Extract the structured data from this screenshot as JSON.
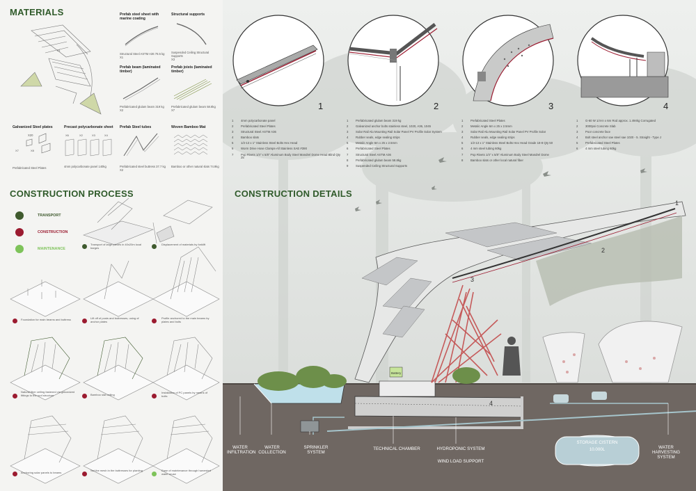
{
  "sections": {
    "materials": "MATERIALS",
    "construction_process": "CONSTRUCTION PROCESS",
    "construction_details": "CONSTRUCTION DETAILS"
  },
  "materials": [
    {
      "title": "Prefab steel sheet with marine coating",
      "desc": "Structural Steel ASTM A36",
      "weight": "78.5 kg",
      "code": "X1"
    },
    {
      "title": "Structural supports",
      "desc": "Suspended Ceiling Structural Supports",
      "weight": "",
      "code": "X3"
    },
    {
      "title": "Prefab beam (laminated timber)",
      "desc": "Prefabricated glulam beam",
      "weight": "319 kg",
      "code": "X2"
    },
    {
      "title": "Prefab joists (laminated timber)",
      "desc": "Prefabricated glulam beam",
      "weight": "58.8kg",
      "code": "X7"
    },
    {
      "title": "Galvanized Steel plates",
      "desc": "Prefabricated Steel Plates",
      "weight": "",
      "code": "X7"
    },
    {
      "title": "Precast polycarbonate sheet",
      "desc": "4mm polycarbonate panel",
      "weight": "140kg",
      "code": ""
    },
    {
      "title": "Prefab Steel tubes",
      "desc": "Prefabricated steel buttress",
      "weight": "37.7 kg",
      "code": "X2"
    },
    {
      "title": "Woven Bamboo Mat",
      "desc": "Bamboo or other natural slats",
      "weight": "74.9kg",
      "code": ""
    }
  ],
  "material_marks": {
    "x20": "X20",
    "x8": "X8",
    "x7": "X7",
    "x6": "X6",
    "x2": "X2",
    "x3": "X3",
    "x4": "X4"
  },
  "legend": [
    {
      "label": "TRANSPORT",
      "color": "#3f5a2e"
    },
    {
      "label": "CONSTRUCTION",
      "color": "#9b1b30"
    },
    {
      "label": "MAINTENANCE",
      "color": "#7ec35a"
    }
  ],
  "steps": [
    {
      "caption": "Transport of large pieces in 40x20m local barges",
      "color": "#3f5a2e"
    },
    {
      "caption": "Displacement of materials by forklift",
      "color": "#3f5a2e"
    },
    {
      "caption": "Foundation for main beams and buttress",
      "color": "#9b1b30"
    },
    {
      "caption": "Lift off of posts and buttresses, using of anchor plates",
      "color": "#9b1b30"
    },
    {
      "caption": "Profile anchored to the main beams by plates and bolts",
      "color": "#9b1b30"
    },
    {
      "caption": "Natural fiber ceiling fastened via galvanized fittings to the roof structure",
      "color": "#9b1b30"
    },
    {
      "caption": "Bamboo slat ceiling",
      "color": "#9b1b30"
    },
    {
      "caption": "Installation of PC panels by means of bolts",
      "color": "#9b1b30"
    },
    {
      "caption": "Anchoring solar panels to beams",
      "color": "#9b1b30"
    },
    {
      "caption": "Set the mesh in the buttresses for planting",
      "color": "#9b1b30"
    },
    {
      "caption": "Ease of maintenance through harvested water reuse",
      "color": "#7ec35a"
    }
  ],
  "details": [
    {
      "number": "1",
      "items": [
        "4mm polycarbonate panel",
        "Prefabricated Steel Plates",
        "Structural Steel ASTM A36",
        "Bamboo slats",
        "1/2-13 x 1\" Stainless Steel Bolts Hex Head",
        "Worm Drive Hose Clamps-All Stainless SAE #390",
        "Pop Rivets 1/4\" x 5/8\" Aluminum Body Steel Mandrel Dome Head Blind Qty 25"
      ]
    },
    {
      "number": "2",
      "items": [
        "Prefabricated glulam beam 319 kg",
        "Galvanized anchor bolts stainless steel, 1020, A36, 1045",
        "Solar Rail Alu Mounting Rail Solar Panel PV Profile Solar System",
        "Rubber seals, edge sealing strips",
        "Metalic Angle 6m x 25 x 2.5mm",
        "Prefabricated Steel Plates",
        "Structural Steel ASTM A36",
        "Prefabricated glulam beam 58.8kg",
        "Suspended Ceiling Structural Supports"
      ]
    },
    {
      "number": "3",
      "items": [
        "Prefabricated Steel Plates",
        "Metalic Angle 6m x 25 x 2.5mm",
        "Solar Rail Alu Mounting Rail Solar Panel PV Profile Solar",
        "Rubber seals, edge sealing strips",
        "1/2-13 x 1\" Stainless Steel Bolts Hex Head Grade 18-8 Qty 50",
        "4 mm steel tubing 60kg",
        "Pop Rivets 1/4\" x 5/8\" Aluminum Body Steel Mandrel Dome",
        "Bamboo slats or other local natural fiber"
      ]
    },
    {
      "number": "4",
      "items": [
        "G-60 W 1/4-in x 6m Rod approx. 1.494kg Corrugated",
        "3000psi Concrete Slab",
        "Poor concrete face",
        "Bolt steel anchor sae steel sae 1020 - 5. Straight - Type J",
        "Prefabricated Steel Plates",
        "4 mm steel tubing 60kg"
      ]
    }
  ],
  "section_labels": {
    "water_infiltration": "WATER INFILTRATION",
    "water_collection": "WATER COLLECTION",
    "sprinkler": "SPRINKLER SYSTEM",
    "technical": "TECHNICAL CHAMBER",
    "hydroponic": "HYDROPONIC SYSTEM",
    "wind": "WIND LOAD SUPPORT",
    "cistern": "STORAGE CISTERN",
    "cistern_vol": "10.000L",
    "harvesting": "WATER HARVESTING SYSTEM",
    "battery": "Battery"
  },
  "callouts": [
    "1",
    "2",
    "3",
    "4"
  ]
}
